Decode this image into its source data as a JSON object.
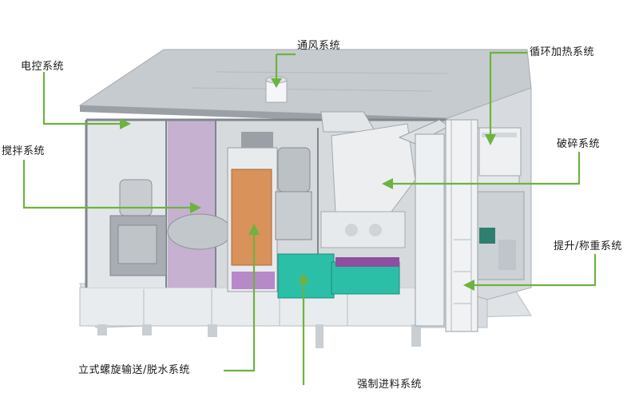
{
  "colors": {
    "callout": "#6db33f",
    "cabinet": "#e4e7ea",
    "frame": "#aab0b6",
    "inner": "#d2d6da",
    "shadow": "#8f969c",
    "accent_purple": "#8e4fa0",
    "accent_teal": "#2bbfa8",
    "accent_orange": "#d9925a"
  },
  "labels": {
    "ventilation": "通风系统",
    "electric_control": "电控系统",
    "circulation_heating": "循环加热系统",
    "stirring": "搅拌系统",
    "crushing": "破碎系统",
    "lift_weighing": "提升/称重系统",
    "screw_conveying": "立式螺旋输送/脱水系统",
    "forced_feeding": "强制进料系统"
  }
}
